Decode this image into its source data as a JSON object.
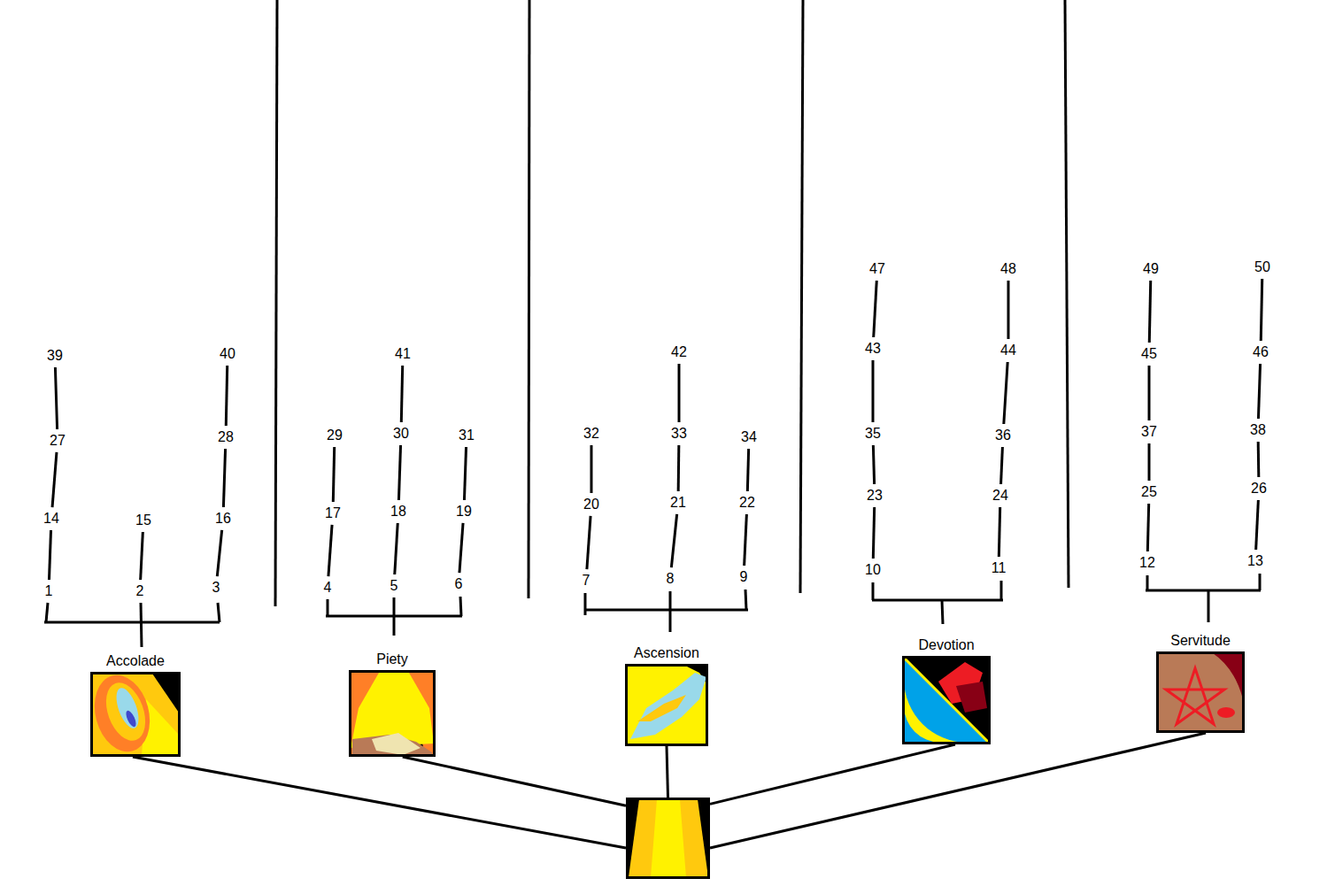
{
  "diagram": {
    "nodes": [
      {
        "text": [
          "Accolade"
        ]
      },
      {
        "text": [
          "Piety"
        ]
      },
      {
        "text": [
          "Ascension"
        ]
      },
      {
        "text": [
          "Devotion"
        ]
      },
      {
        "text": [
          "Servitude"
        ]
      },
      {
        "text": []
      }
    ],
    "edges": [
      {
        "from": 5,
        "to": 0,
        "arrow": "none"
      },
      {
        "from": 5,
        "to": 1,
        "arrow": "none"
      },
      {
        "from": 5,
        "to": 2,
        "arrow": "none"
      },
      {
        "from": 5,
        "to": 3,
        "arrow": "none"
      },
      {
        "from": 5,
        "to": 4,
        "arrow": "none"
      }
    ],
    "labels": [
      "1",
      "2",
      "3",
      "4",
      "5",
      "6",
      "7",
      "8",
      "9",
      "10",
      "11",
      "12",
      "13",
      "14",
      "15",
      "16",
      "17",
      "18",
      "19",
      "20",
      "21",
      "22",
      "23",
      "24",
      "25",
      "26",
      "27",
      "28",
      "29",
      "30",
      "31",
      "32",
      "33",
      "34",
      "35",
      "36",
      "37",
      "38",
      "39",
      "40",
      "41",
      "42",
      "43",
      "44",
      "45",
      "46",
      "47",
      "48",
      "49",
      "50"
    ]
  }
}
